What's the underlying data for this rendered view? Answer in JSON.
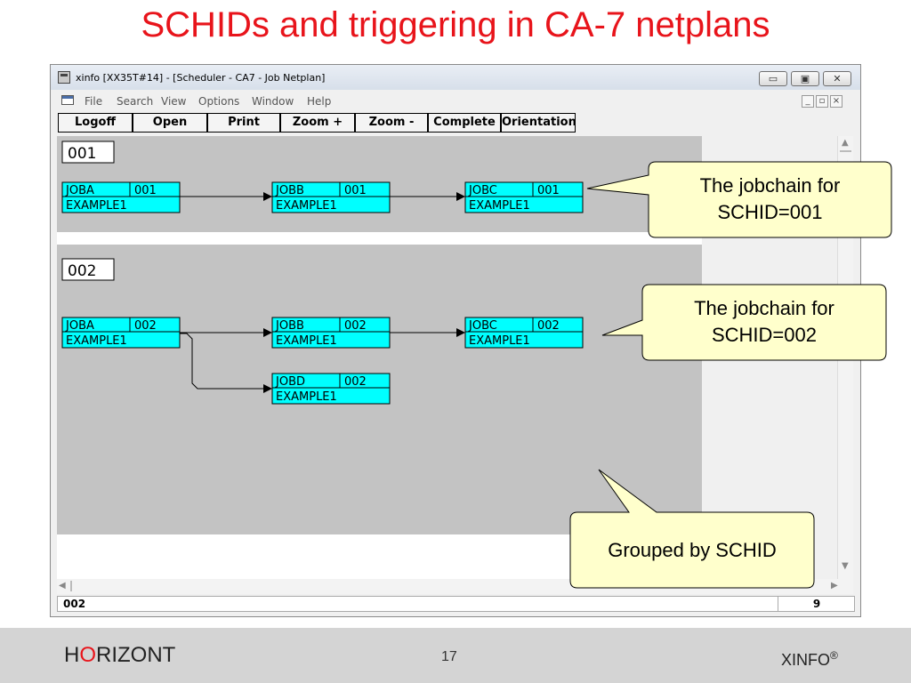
{
  "slide": {
    "title": "SCHIDs and triggering in CA-7 netplans",
    "logo_h": "H",
    "logo_o": "O",
    "logo_rest": "RIZONT",
    "page_number": "17",
    "product": "XINFO",
    "product_mark": "®"
  },
  "window": {
    "title": "xinfo [XX35T#14] - [Scheduler - CA7 - Job Netplan]",
    "controls": {
      "minimize": "▭",
      "restore": "▣",
      "close": "✕"
    },
    "mdi_controls": {
      "minimize": "_",
      "restore": "▫",
      "close": "×"
    }
  },
  "menu": [
    "File",
    "Search",
    "View",
    "Options",
    "Window",
    "Help"
  ],
  "toolbar": [
    "Logoff",
    "Open",
    "Print",
    "Zoom +",
    "Zoom -",
    "Complete",
    "Orientation"
  ],
  "groups": [
    {
      "schid": "001",
      "jobs": [
        {
          "name": "JOBA",
          "schid": "001",
          "system": "EXAMPLE1"
        },
        {
          "name": "JOBB",
          "schid": "001",
          "system": "EXAMPLE1"
        },
        {
          "name": "JOBC",
          "schid": "001",
          "system": "EXAMPLE1"
        }
      ]
    },
    {
      "schid": "002",
      "jobs": [
        {
          "name": "JOBA",
          "schid": "002",
          "system": "EXAMPLE1"
        },
        {
          "name": "JOBB",
          "schid": "002",
          "system": "EXAMPLE1"
        },
        {
          "name": "JOBC",
          "schid": "002",
          "system": "EXAMPLE1"
        },
        {
          "name": "JOBD",
          "schid": "002",
          "system": "EXAMPLE1"
        }
      ]
    }
  ],
  "status": {
    "left": "002",
    "right": "9"
  },
  "callouts": {
    "c1_line1": "The jobchain for",
    "c1_line2": "SCHID=001",
    "c2_line1": "The jobchain for",
    "c2_line2": "SCHID=002",
    "c3": "Grouped by SCHID"
  },
  "colors": {
    "title_red": "#e8141b",
    "job_box": "#00ffff",
    "group_bg": "#c3c3c3",
    "callout_fill": "#ffffcc"
  }
}
